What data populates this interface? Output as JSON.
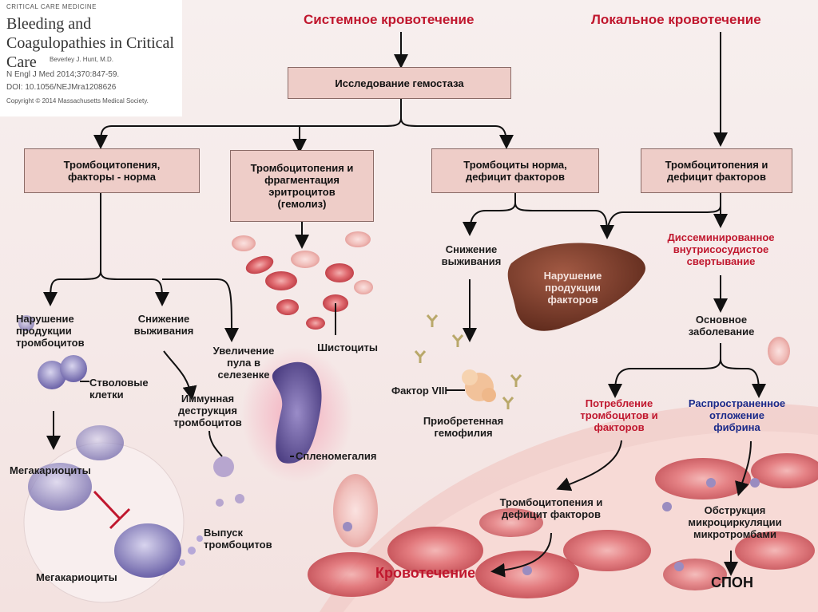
{
  "citation": {
    "journal": "CRITICAL CARE MEDICINE",
    "title": "Bleeding and Coagulopathies in Critical Care",
    "author": "Beverley J. Hunt, M.D.",
    "ref": "N Engl J Med 2014;370:847-59.",
    "doi": "DOI: 10.1056/NEJMra1208626",
    "copyright": "Copyright © 2014 Massachusetts Medical Society."
  },
  "headers": {
    "systemic": "Системное  кровотечение",
    "local": "Локальное кровотечение"
  },
  "boxes": {
    "hemostasis": "Исследование гемостаза",
    "thrombo_normal": "Тромбоцитопения,\nфакторы - норма",
    "thrombo_frag": "Тромбоцитопения и\nфрагментация\nэритроцитов\n(гемолиз)",
    "plt_normal_def": "Тромбоциты норма,\nдефицит факторов",
    "thrombo_def": "Тромбоцитопения  и\nдефицит факторов"
  },
  "labels": {
    "prod_disorder": "Нарушение\nпродукции\nтромбоцитов",
    "survival_left": "Снижение\nвыживания",
    "spleen_pool": "Увеличение\nпула в\nселезенке",
    "schistocytes": "Шистоциты",
    "stem_cells": "Стволовые\nклетки",
    "immune": "Иммунная\nдеструкция\nтромбоцитов",
    "splenomegaly": "Спленомегалия",
    "megakaryocytes_1": "Мегакариоциты",
    "megakaryocytes_2": "Мегакариоциты",
    "release": "Выпуск\nтромбоцитов",
    "survival_mid": "Снижение\nвыживания",
    "liver": "Нарушение\nпродукции\nфакторов",
    "factor8": "Фактор VIII",
    "hemophilia": "Приобретенная\nгемофилия",
    "dic": "Диссеминированное\nвнутрисосудистое\nсвертывание",
    "underlying": "Основное\nзаболевание",
    "consumption": "Потребление\nтромбоцитов и\nфакторов",
    "fibrin": "Распространенное\nотложение\nфибрина",
    "thrombo_def_bottom": "Тромбоцитопения и\nдефицит факторов",
    "obstruction": "Обструкция\nмикроциркуляции\nмикротромбами",
    "bleeding": "Кровотечение",
    "spon": "СПОН"
  },
  "colors": {
    "accent_red": "#c0172e",
    "accent_blue": "#1a2a8a",
    "box_fill": "#eecdc8",
    "box_border": "#8a6a66",
    "rbc": "#d9545c",
    "liver": "#7a3a2a",
    "spleen": "#6a5aa0"
  }
}
